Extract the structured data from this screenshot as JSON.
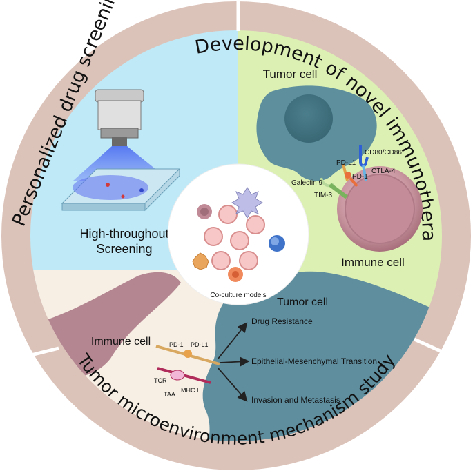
{
  "ring": {
    "top_left": "Personalized drug screening",
    "top_right": "Development of novel immunotherapy",
    "bottom": "Tumor microenvironment mechanism study"
  },
  "screening": {
    "line1": "High-throughout",
    "line2": "Screening"
  },
  "immunotherapy": {
    "tumor_cell": "Tumor cell",
    "immune_cell": "Immune cell",
    "galectin9": "Galectin 9",
    "tim3": "TIM-3",
    "pdl1": "PD-L1",
    "pd1": "PD-1",
    "cd80": "CD80/CD86",
    "ctla4": "CTLA-4"
  },
  "center": {
    "label": "Co-culture models"
  },
  "microenvironment": {
    "immune_cell": "Immune cell",
    "tumor_cell": "Tumor cell",
    "pd1": "PD-1",
    "pdl1": "PD-L1",
    "tcr": "TCR",
    "taa": "TAA",
    "mhc": "MHC I",
    "outcomes": [
      "Drug Resistance",
      "Epithelial-Mesenchymal Transition",
      "Invasion and Metastasis"
    ]
  },
  "colors": {
    "ring": "#dcc3ba",
    "screening_bg": "#bfe9f7",
    "immuno_bg": "#ddf0b4",
    "immune_region": "#b48691",
    "tumor_region": "#5f8e9f",
    "tme_bg": "#f7efe4",
    "tumor_cell": "#5d8f9d",
    "immune_cell": "#c08a96"
  }
}
